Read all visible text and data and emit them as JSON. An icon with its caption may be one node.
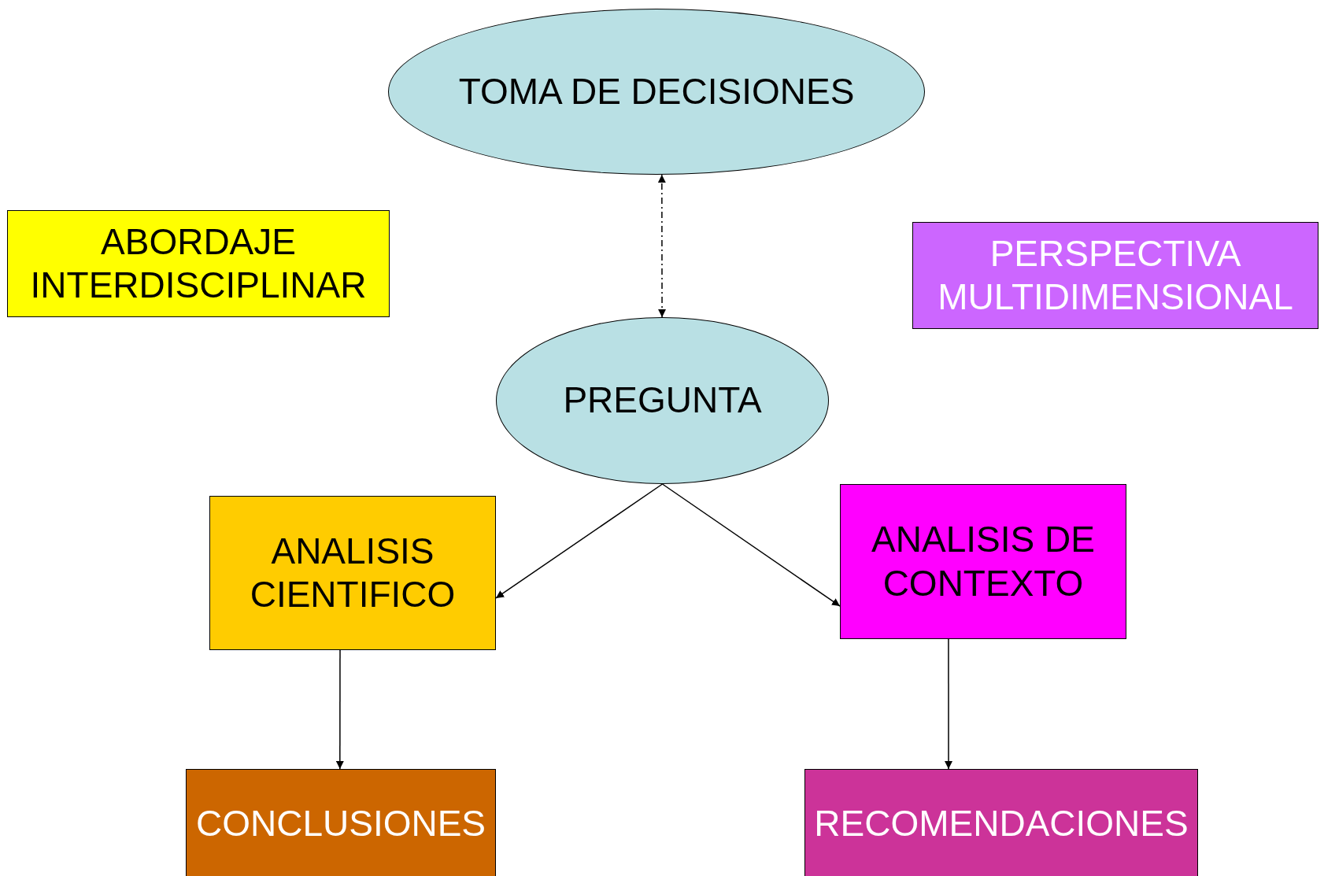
{
  "diagram": {
    "nodes": [
      {
        "text": [
          "TOMA DE DECISIONES"
        ]
      },
      {
        "text": [
          "ABORDAJE INTERDISCIPLINAR"
        ]
      },
      {
        "text": [
          "PERSPECTIVA MULTIDIMENSIONAL"
        ]
      },
      {
        "text": [
          "PREGUNTA"
        ]
      },
      {
        "text": [
          "ANALISIS CIENTIFICO"
        ]
      },
      {
        "text": [
          "ANALISIS DE CONTEXTO"
        ]
      },
      {
        "text": [
          "CONCLUSIONES"
        ]
      },
      {
        "text": [
          "RECOMENDACIONES"
        ]
      }
    ],
    "edges": [
      {
        "from": 3,
        "to": 0,
        "arrow": "both",
        "style": "dashed"
      },
      {
        "from": 3,
        "to": 4,
        "arrow": "to"
      },
      {
        "from": 3,
        "to": 5,
        "arrow": "to"
      },
      {
        "from": 4,
        "to": 6,
        "arrow": "to"
      },
      {
        "from": 5,
        "to": 7,
        "arrow": "to"
      }
    ]
  }
}
